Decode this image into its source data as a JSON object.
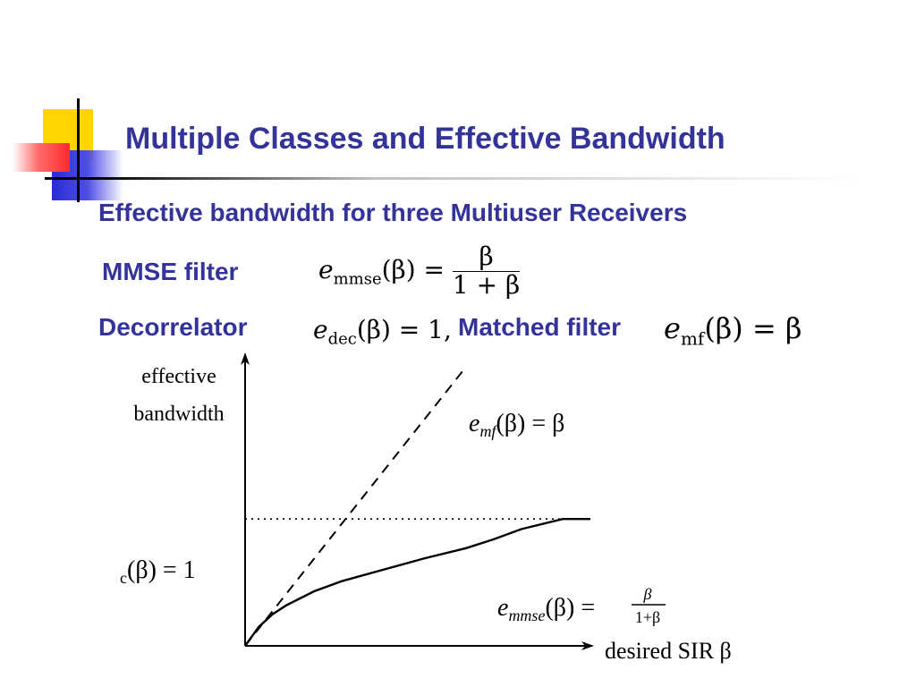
{
  "slide": {
    "title": "Multiple Classes and Effective Bandwidth",
    "subtitle": "Effective bandwidth for three Multiuser Receivers",
    "mmse_label": "MMSE filter",
    "decorrelator_label": "Decorrelator",
    "matched_label": "Matched filter",
    "colors": {
      "heading": "#333399",
      "deco_yellow": "#ffd400",
      "deco_red": "#ff2a2a",
      "deco_blue": "#2a2ad8"
    }
  },
  "formulas": {
    "mmse": {
      "lhs_e": "e",
      "lhs_sub": "mmse",
      "lhs_arg": "(β) =",
      "num": "β",
      "den": "1 + β"
    },
    "dec": {
      "e": "e",
      "sub": "dec",
      "rest": "(β) = 1,"
    },
    "mf": {
      "e": "e",
      "sub": "mf",
      "rest": "(β) = β"
    }
  },
  "chart_data": {
    "type": "line",
    "ylabel": "effective bandwidth",
    "xlabel": "desired SIR β",
    "series": [
      {
        "name": "e_mf(β) = β",
        "style": "dashed",
        "x": [
          0,
          1.6
        ],
        "y": [
          0,
          2.2
        ]
      },
      {
        "name": "e_mmse(β) = β/(1+β)",
        "style": "solid",
        "x": [
          0,
          0.1,
          0.2,
          0.3,
          0.5,
          0.7,
          1.0,
          1.3,
          1.6,
          1.8,
          2.0,
          2.3,
          2.5
        ],
        "y": [
          0,
          0.15,
          0.25,
          0.32,
          0.43,
          0.51,
          0.6,
          0.69,
          0.77,
          0.84,
          0.92,
          1.0,
          1.0
        ]
      },
      {
        "name": "e_dec(β) = 1",
        "style": "dotted",
        "x": [
          0,
          2.5
        ],
        "y": [
          1,
          1
        ]
      }
    ],
    "annotations": {
      "mf": {
        "e": "e",
        "sub": "mf",
        "rest": "(β) = β"
      },
      "mmse": {
        "e": "e",
        "sub": "mmse",
        "rest": "(β) =",
        "num": "β",
        "den": "1+β"
      },
      "dec": {
        "sub": "c",
        "rest": "(β) = 1"
      }
    },
    "ylabel_lines": [
      "effective",
      "bandwidth"
    ],
    "xlim": [
      0,
      2.5
    ],
    "ylim": [
      0,
      2.2
    ]
  }
}
